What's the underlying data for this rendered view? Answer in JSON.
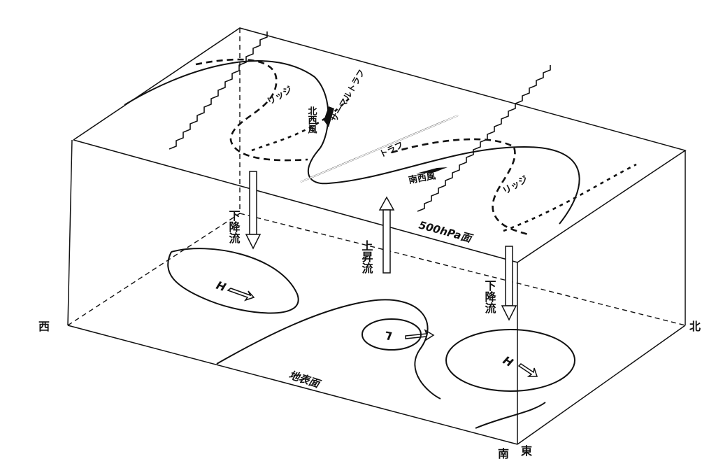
{
  "directions": {
    "west": "西",
    "north": "北",
    "south": "南",
    "east": "東"
  },
  "surfaces": {
    "upper": "500hPa面",
    "ground": "地表面"
  },
  "flows": {
    "downdraft_left": "下降流",
    "updraft": "上昇流",
    "downdraft_right": "下降流"
  },
  "pressure": {
    "high_left": "H",
    "low": "L",
    "high_right": "H"
  },
  "upper_features": {
    "ridge_left": "リッジ",
    "ridge_right": "リッジ",
    "trough": "トラフ",
    "thermal_trough": "サーマルトラフ",
    "northwest_wind": "北西風",
    "southwest_wind": "南西風"
  }
}
